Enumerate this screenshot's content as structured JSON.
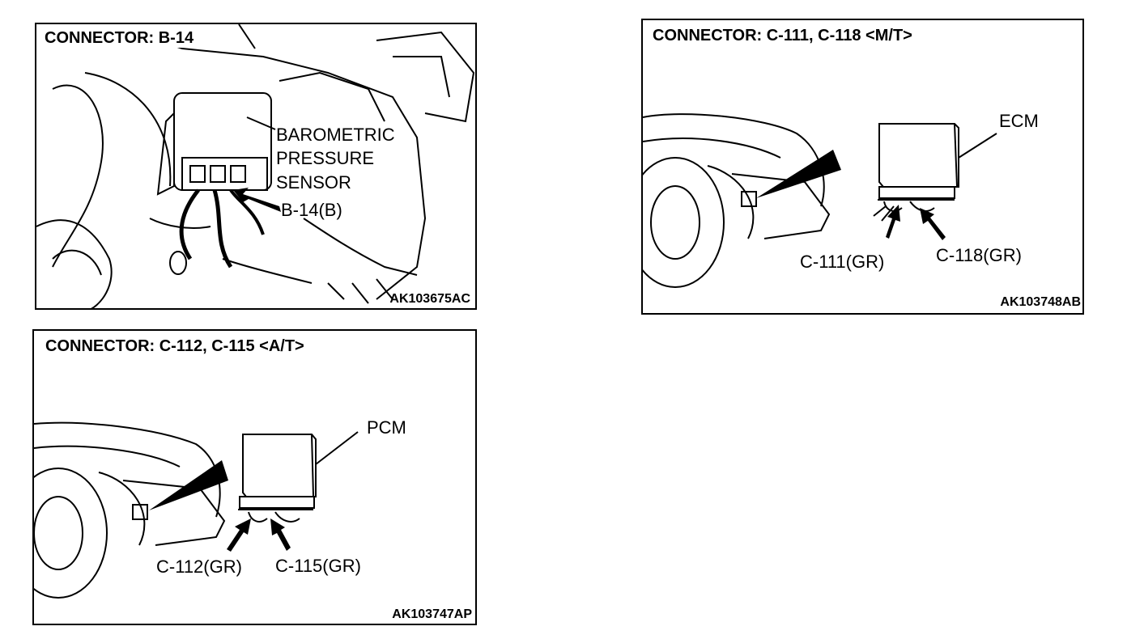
{
  "panels": [
    {
      "title": "CONNECTOR: B-14",
      "code": "AK103675AC",
      "labels": [
        "BAROMETRIC",
        "PRESSURE",
        "SENSOR",
        "B-14(B)"
      ]
    },
    {
      "title": "CONNECTOR: C-111, C-118 <M/T>",
      "code": "AK103748AB",
      "labels": [
        "ECM",
        "C-111(GR)",
        "C-118(GR)"
      ]
    },
    {
      "title": "CONNECTOR: C-112, C-115 <A/T>",
      "code": "AK103747AP",
      "labels": [
        "PCM",
        "C-112(GR)",
        "C-115(GR)"
      ]
    }
  ]
}
